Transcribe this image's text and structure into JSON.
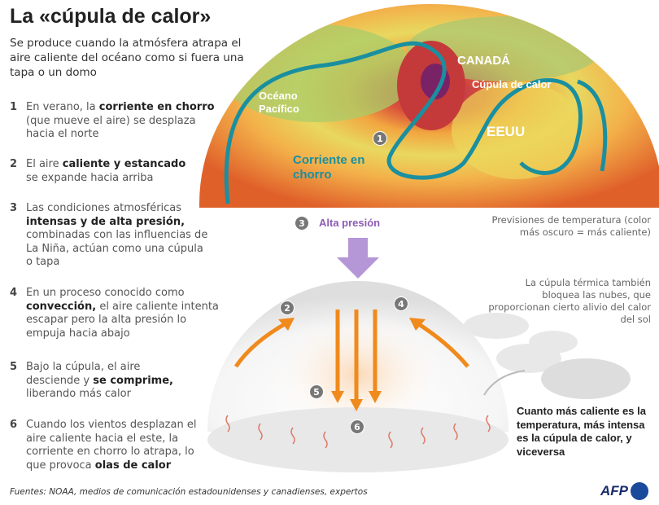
{
  "title": "La «cúpula de calor»",
  "subtitle": "Se produce cuando la atmósfera atrapa el aire caliente del océano como si fuera una tapa o un domo",
  "steps": [
    {
      "n": "1",
      "parts": [
        "En verano, la ",
        "corriente en chorro",
        " (que mueve el aire) se desplaza hacia el norte"
      ]
    },
    {
      "n": "2",
      "parts": [
        "El aire ",
        "caliente y estancado",
        " se expande hacia arriba"
      ]
    },
    {
      "n": "3",
      "parts": [
        "Las condiciones atmosféricas ",
        "intensas y de alta presión,",
        " combinadas con las influencias de La Niña, actúan como una cúpula o tapa"
      ]
    },
    {
      "n": "4",
      "parts": [
        "En un proceso conocido como ",
        "convección,",
        " el aire caliente intenta escapar pero la alta presión lo empuja hacia abajo"
      ]
    },
    {
      "n": "5",
      "parts": [
        "Bajo la cúpula, el aire desciende y ",
        "se comprime,",
        " liberando más calor"
      ]
    },
    {
      "n": "6",
      "parts": [
        "Cuando los vientos desplazan el aire caliente hacia el este, la corriente en chorro lo atrapa, lo que provoca ",
        "olas de calor",
        ""
      ]
    }
  ],
  "map": {
    "ocean": "Océano Pacífico",
    "canada": "CANADÁ",
    "dome": "Cúpula de calor",
    "usa": "EEUU",
    "jet": "Corriente en chorro",
    "badge": "1"
  },
  "pressure": {
    "badge": "3",
    "label": "Alta presión"
  },
  "forecast_note": "Previsiones de temperatura (color más oscuro = más caliente)",
  "cloud_note": "La cúpula térmica también bloquea las nubes, que proporcionan cierto alivio del calor del sol",
  "conclusion": "Cuanto más caliente es la temperatura, más intensa es la cúpula de calor, y viceversa",
  "dome_badges": [
    "2",
    "4",
    "5",
    "6"
  ],
  "source": "Fuentes: NOAA, medios de comunicación estadounidenses y canadienses, expertos",
  "logo": "AFP",
  "colors": {
    "jet": "#1a8fa0",
    "pressure": "#8e5bb5",
    "arrow": "#f08a1c",
    "hot": "#b8283a"
  }
}
